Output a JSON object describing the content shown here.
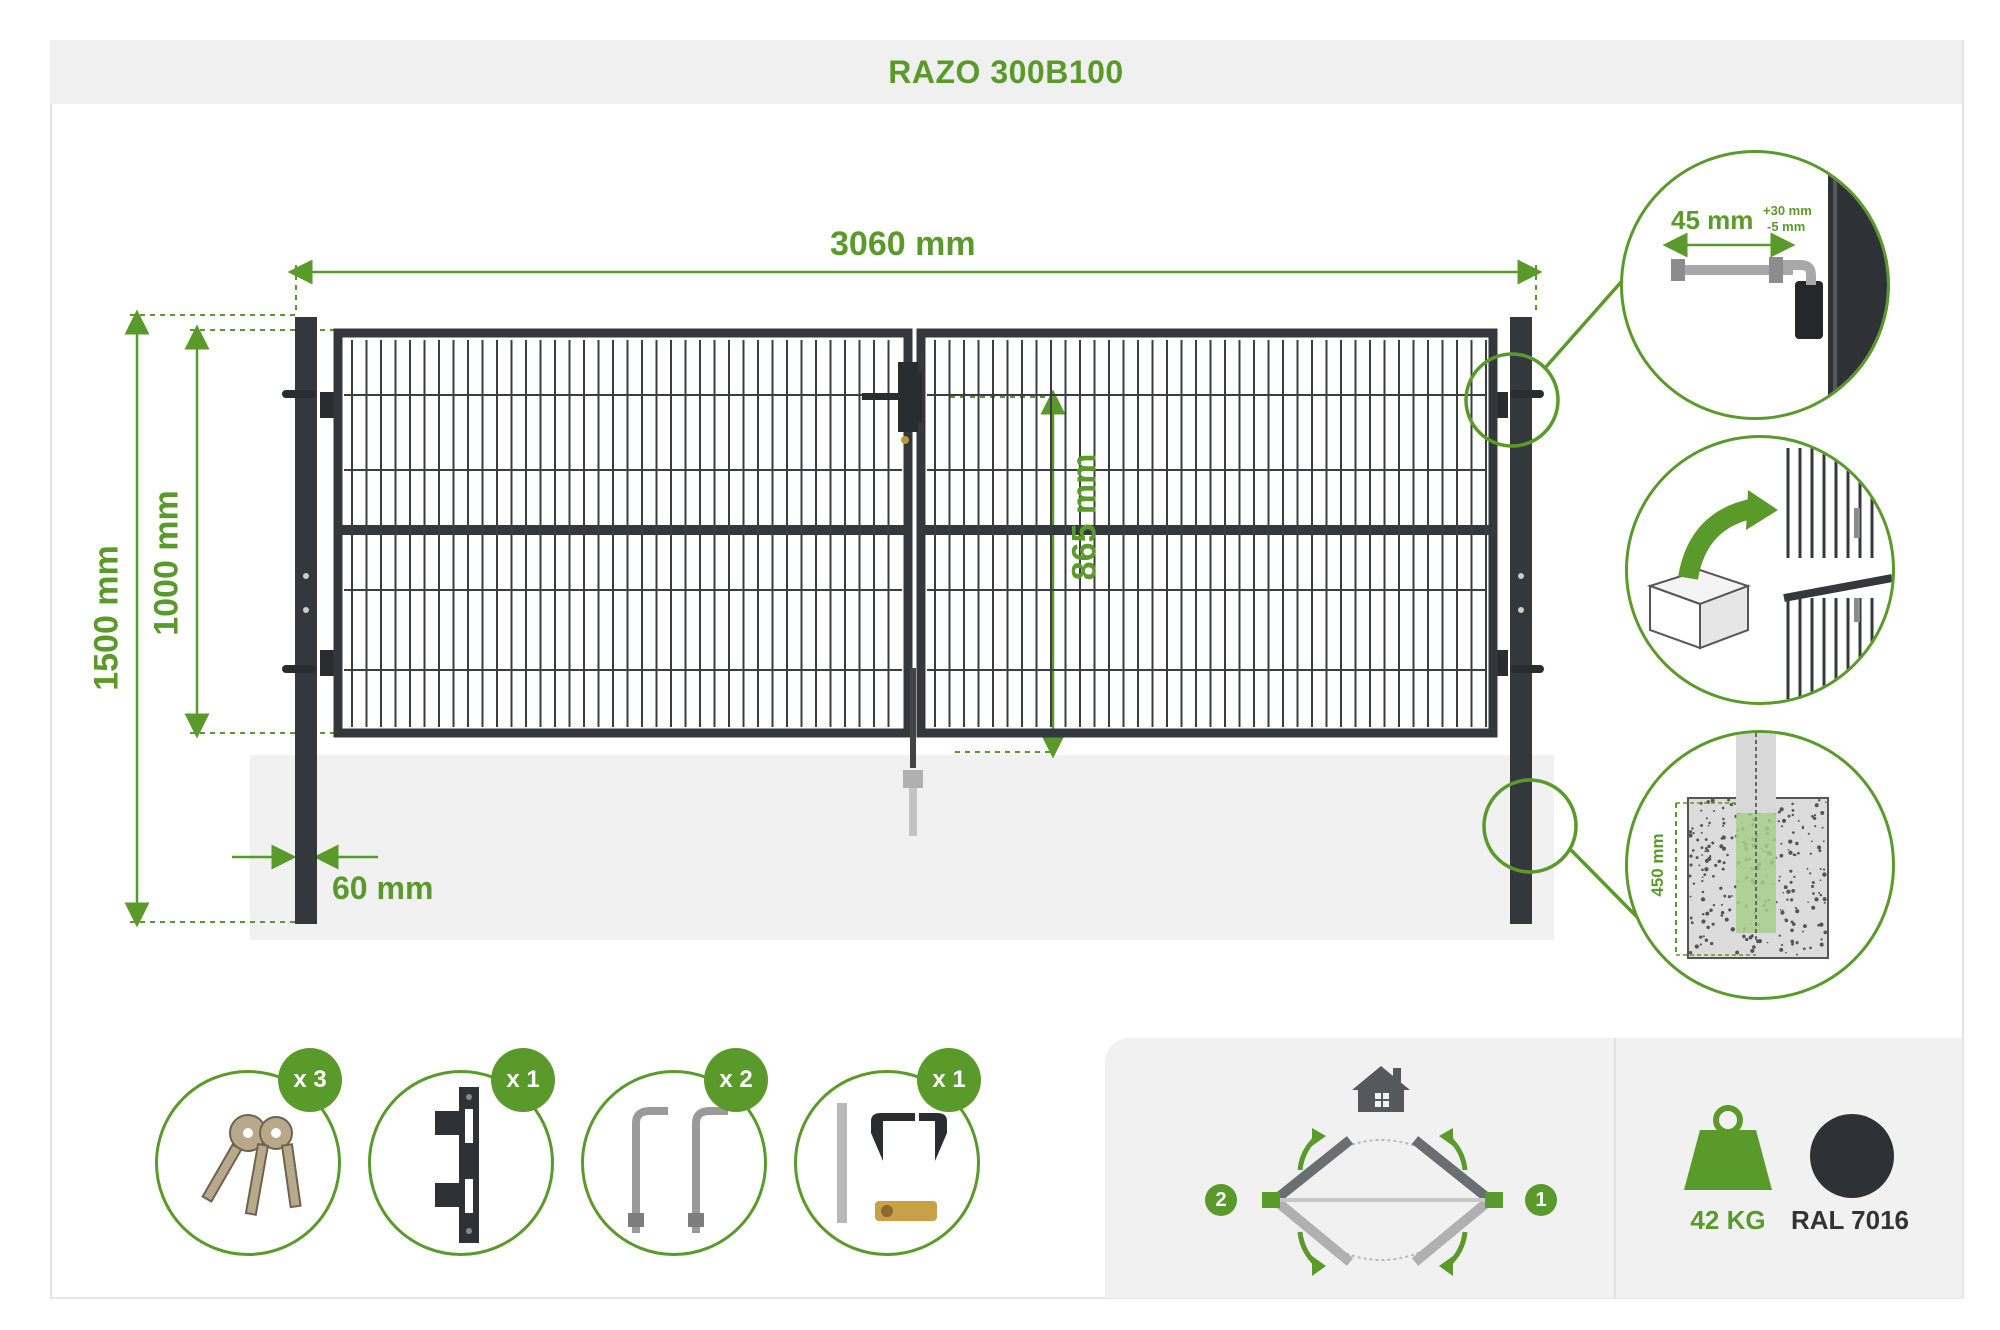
{
  "title": "RAZO 300B100",
  "dimensions": {
    "width": "3060 mm",
    "height_total": "1500 mm",
    "height_gate": "1000 mm",
    "lock_height": "865 mm",
    "post_width": "60 mm",
    "hinge_length": "45 mm",
    "hinge_tolerance_plus": "+30 mm",
    "hinge_tolerance_minus": "-5 mm",
    "foundation_depth": "450 mm"
  },
  "accessories": [
    {
      "name": "keys",
      "count": "x 3"
    },
    {
      "name": "strike-plate",
      "count": "x 1"
    },
    {
      "name": "hinge-bolts",
      "count": "x 2"
    },
    {
      "name": "handle-set",
      "count": "x 1"
    }
  ],
  "opening": {
    "step1": "1",
    "step2": "2"
  },
  "specs": {
    "weight": "42 KG",
    "color": "RAL 7016",
    "color_hex": "#2e3236",
    "accent": "#5a9a2a"
  }
}
